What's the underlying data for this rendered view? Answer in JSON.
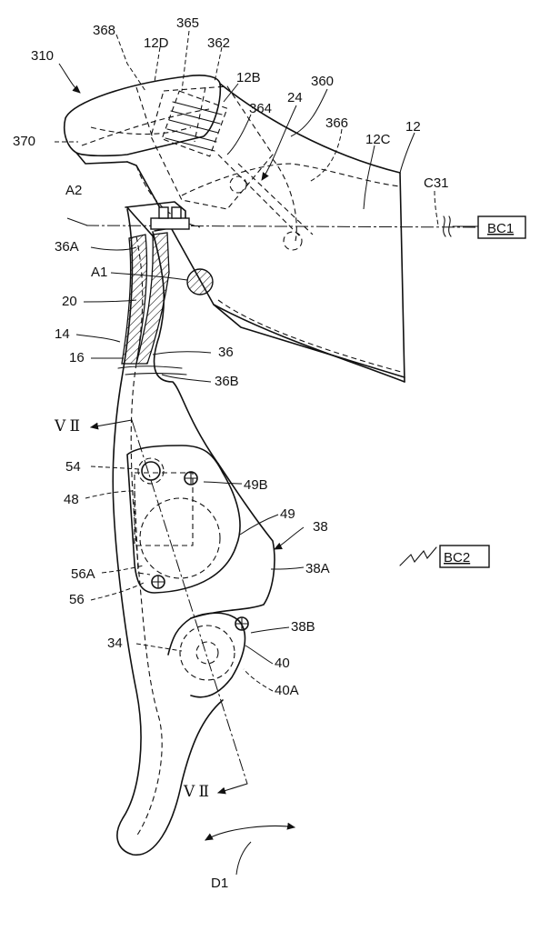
{
  "labels": {
    "l310": "310",
    "l368": "368",
    "l12D": "12D",
    "l365": "365",
    "l362": "362",
    "l12B": "12B",
    "l360": "360",
    "l24": "24",
    "l364": "364",
    "l366": "366",
    "l12C": "12C",
    "l12": "12",
    "l370": "370",
    "lA2": "A2",
    "lC31": "C31",
    "lBC1": "BC1",
    "l36A": "36A",
    "lA1": "A1",
    "l20": "20",
    "l14": "14",
    "l16": "16",
    "l36": "36",
    "l36B": "36B",
    "lVII_top": "Ⅴ Ⅱ",
    "l54": "54",
    "l49B": "49B",
    "l49": "49",
    "l38": "38",
    "l48": "48",
    "lBC2": "BC2",
    "l38A": "38A",
    "l56A": "56A",
    "l56": "56",
    "l38B": "38B",
    "l34": "34",
    "l40": "40",
    "l40A": "40A",
    "lVII_bottom": "Ⅴ Ⅱ",
    "lD1": "D1"
  },
  "colors": {
    "line": "#111111",
    "background": "#ffffff"
  }
}
